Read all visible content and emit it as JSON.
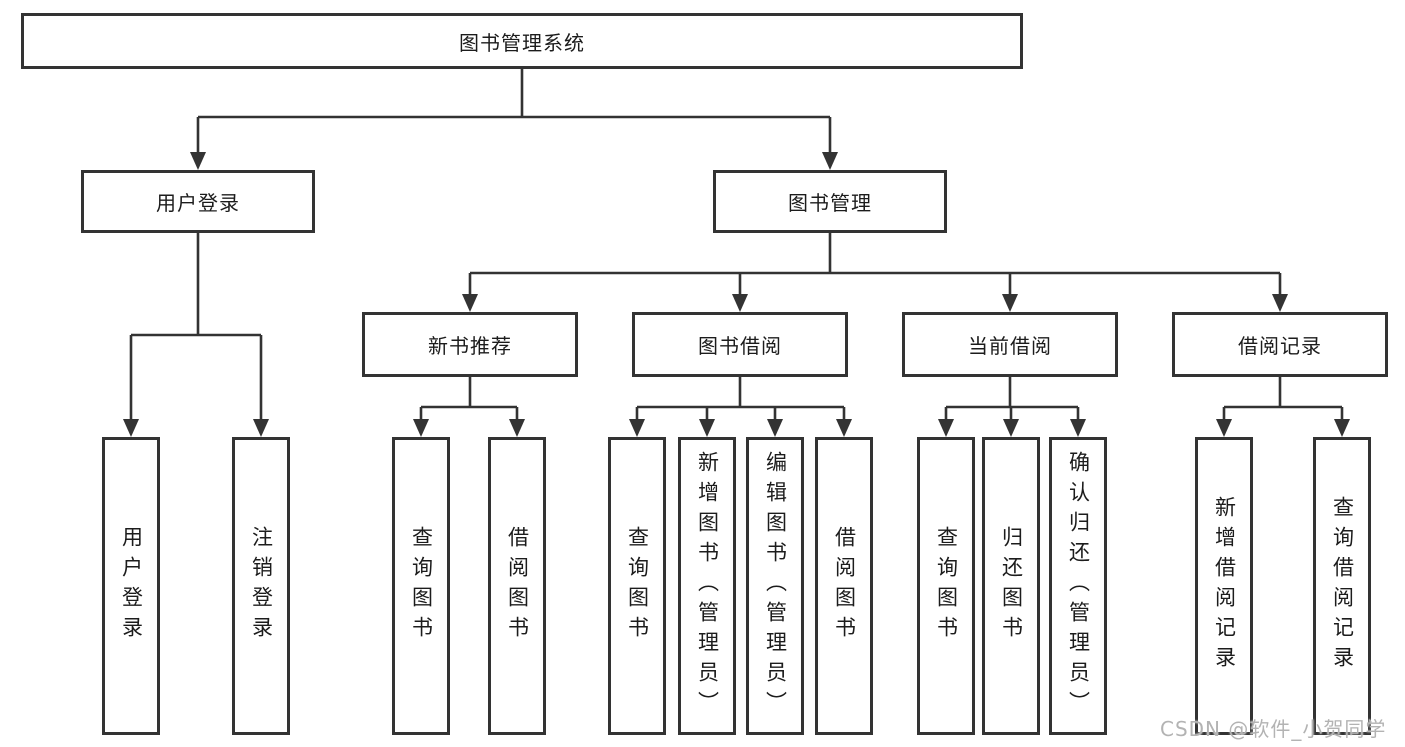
{
  "tree": {
    "label": "图书管理系统",
    "children": [
      {
        "label": "用户登录",
        "children": [
          {
            "label": "用户登录"
          },
          {
            "label": "注销登录"
          }
        ]
      },
      {
        "label": "图书管理",
        "children": [
          {
            "label": "新书推荐",
            "children": [
              {
                "label": "查询图书"
              },
              {
                "label": "借阅图书"
              }
            ]
          },
          {
            "label": "图书借阅",
            "children": [
              {
                "label": "查询图书"
              },
              {
                "label": "新增图书（管理员）"
              },
              {
                "label": "编辑图书（管理员）"
              },
              {
                "label": "借阅图书"
              }
            ]
          },
          {
            "label": "当前借阅",
            "children": [
              {
                "label": "查询图书"
              },
              {
                "label": "归还图书"
              },
              {
                "label": "确认归还（管理员）"
              }
            ]
          },
          {
            "label": "借阅记录",
            "children": [
              {
                "label": "新增借阅记录"
              },
              {
                "label": "查询借阅记录"
              }
            ]
          }
        ]
      }
    ]
  },
  "watermark": {
    "text": "CSDN @软件_小贺同学"
  },
  "colors": {
    "line": "#333333",
    "box_border": "#333333",
    "box_fill": "#ffffff",
    "text": "#1c1c1c",
    "watermark": "#b3b3b3"
  }
}
